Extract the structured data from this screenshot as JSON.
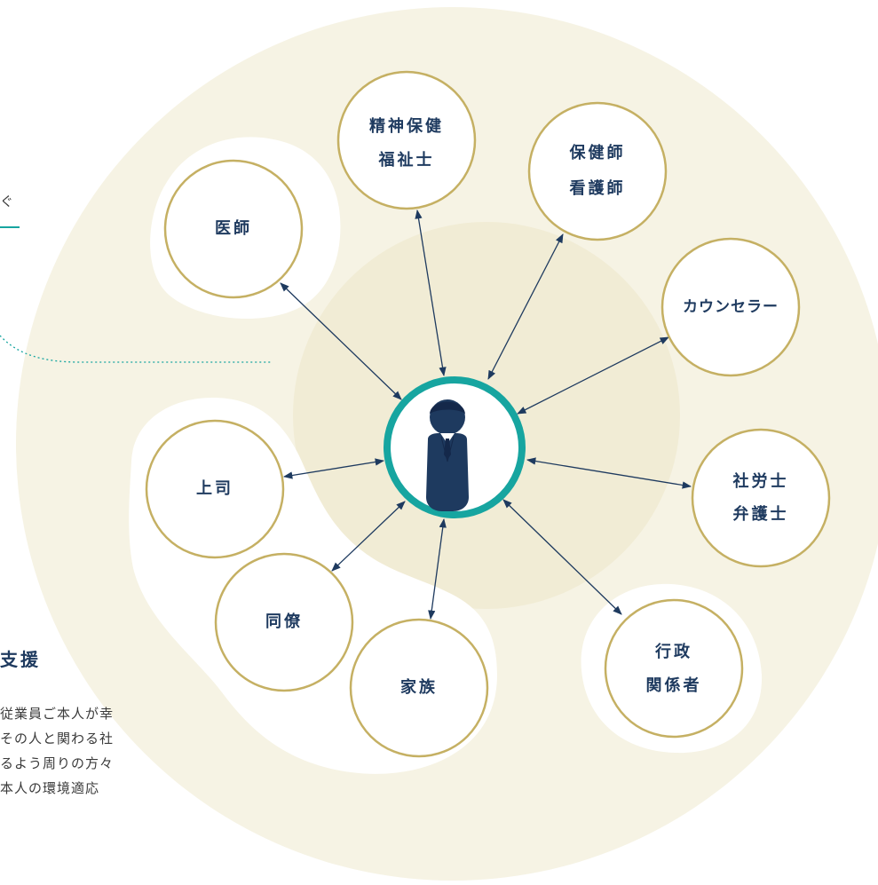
{
  "colors": {
    "outer_ring": "#f6f3e4",
    "inner_disc": "#f5f2e1",
    "node_border": "#c5b063",
    "center_ring": "#17a5a0",
    "connector": "#1e3a5f",
    "person": "#1e3a5f",
    "dotted_line": "#17a5a0"
  },
  "side_panel": {
    "top_fragment": "ぐ",
    "heading": "支援",
    "body_lines": [
      "従業員ご本人が幸",
      "その人と関わる社",
      "るよう周りの方々",
      "本人の環境適応"
    ]
  },
  "center": {
    "icon": "person-in-suit-icon"
  },
  "nodes": [
    {
      "id": "psychiatric-social-worker",
      "lines": [
        "精神保健",
        "福祉士"
      ]
    },
    {
      "id": "public-health-nurse",
      "lines": [
        "保健師",
        "看護師"
      ]
    },
    {
      "id": "doctor",
      "lines": [
        "医師"
      ]
    },
    {
      "id": "counselor",
      "lines": [
        "カウンセラー"
      ]
    },
    {
      "id": "labor-lawyer",
      "lines": [
        "社労士",
        "弁護士"
      ]
    },
    {
      "id": "boss",
      "lines": [
        "上司"
      ]
    },
    {
      "id": "colleague",
      "lines": [
        "同僚"
      ]
    },
    {
      "id": "family",
      "lines": [
        "家族"
      ]
    },
    {
      "id": "administration",
      "lines": [
        "行政",
        "関係者"
      ]
    }
  ]
}
